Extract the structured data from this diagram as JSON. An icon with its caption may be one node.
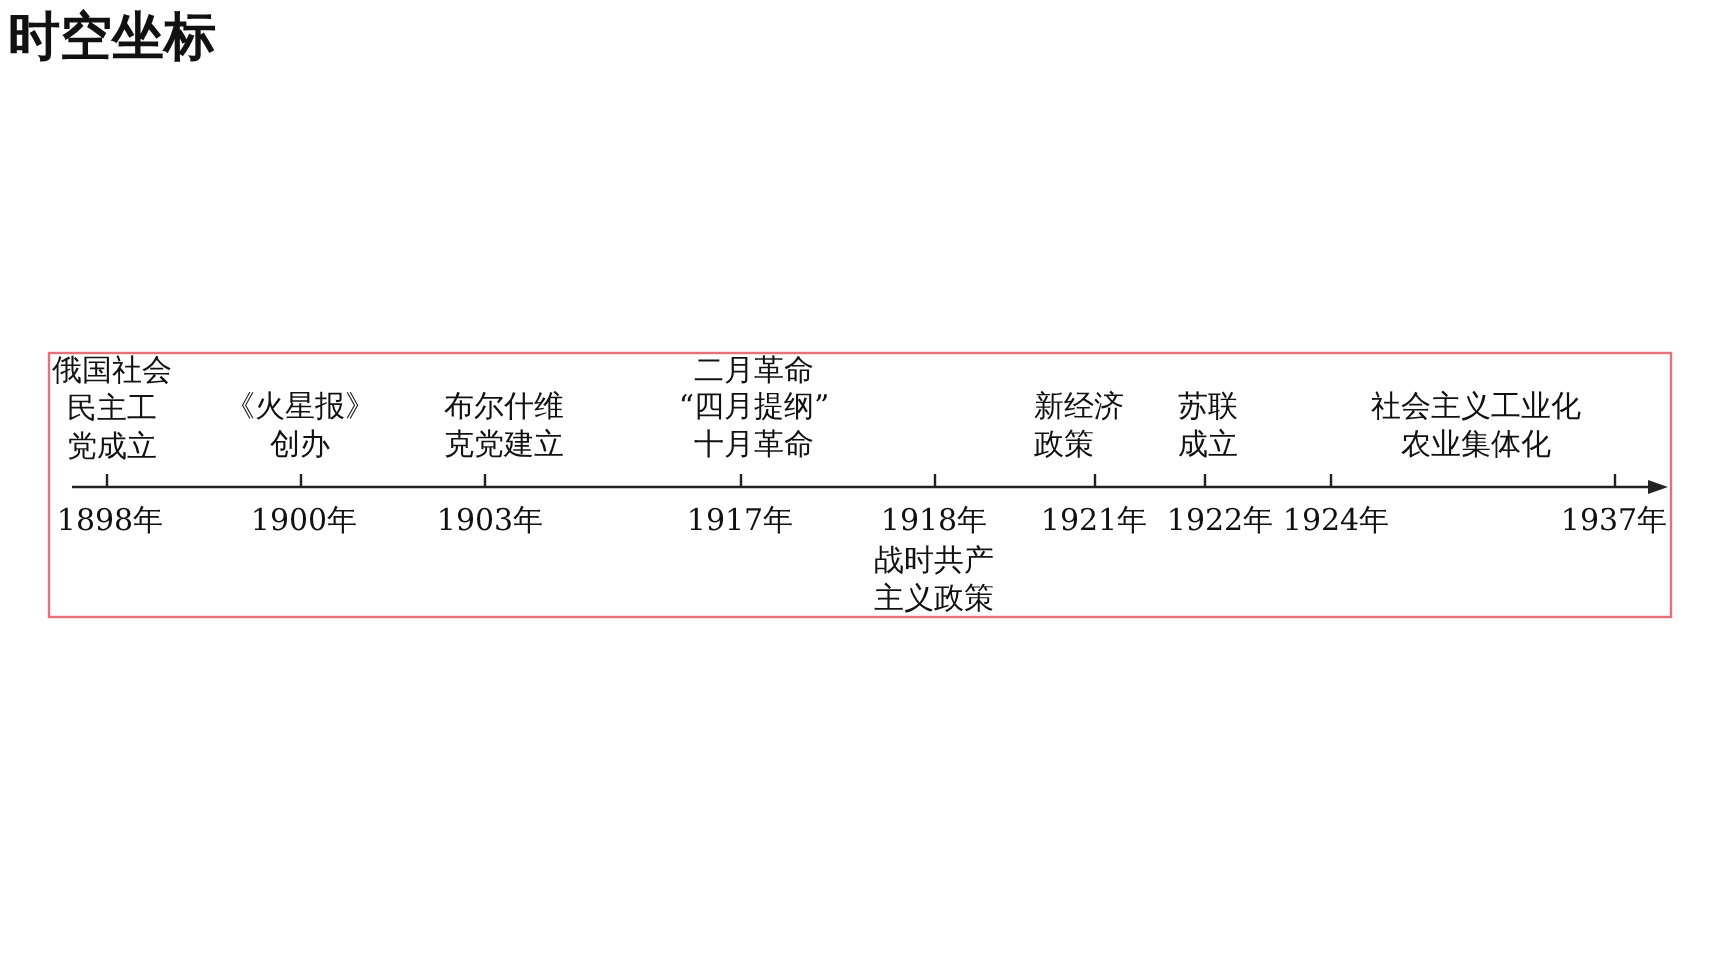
{
  "diagram": {
    "title": "时空坐标",
    "labels": [
      "俄国社会民主工党成立",
      "1898年",
      "《火星报》创办",
      "1900年",
      "布尔什维克党建立",
      "1903年",
      "二月革命",
      "“四月提纲”",
      "十月革命",
      "1917年",
      "1918年",
      "战时共产主义政策",
      "新经济政策",
      "1921年",
      "苏联成立",
      "1922年",
      "1924年",
      "社会主义工业化农业集体化",
      "1937年"
    ]
  }
}
